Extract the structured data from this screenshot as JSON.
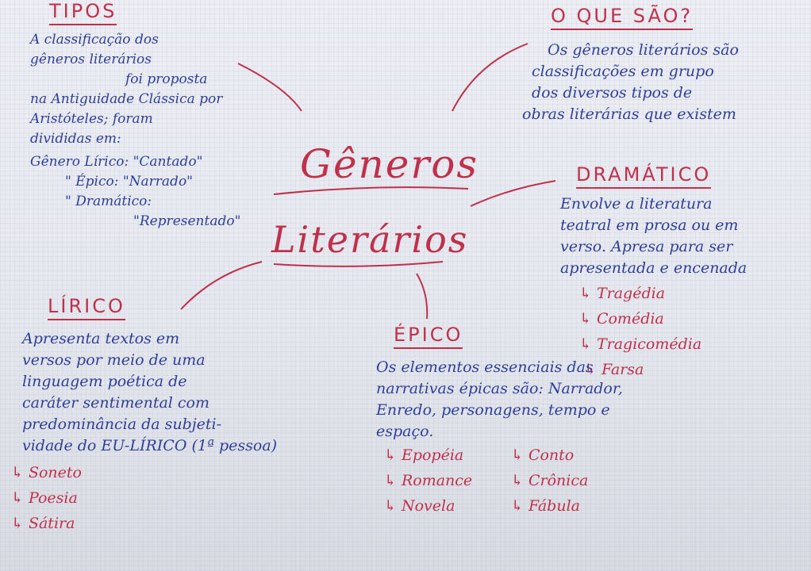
{
  "center": {
    "word1": "Gêneros",
    "word2": "Literários"
  },
  "tipos": {
    "title": "TIPOS",
    "lines": [
      "A classificação dos",
      "gêneros literários",
      "foi proposta",
      "na Antiguidade Clássica por",
      "Aristóteles; foram",
      "divididas em:",
      "Gênero Lírico: \"Cantado\"",
      "\" Épico: \"Narrado\"",
      "\" Dramático:",
      "\"Representado\""
    ]
  },
  "oque": {
    "title": "O QUE SÃO?",
    "lines": [
      "Os gêneros literários são",
      "classificações em grupo",
      "dos diversos tipos de",
      "obras literárias que existem"
    ]
  },
  "dramatico": {
    "title": "DRAMÁTICO",
    "lines": [
      "Envolve a literatura",
      "teatral em prosa ou em",
      "verso. Apresa para ser",
      "apresentada e encenada"
    ],
    "items": [
      "↳ Tragédia",
      "↳ Comédia",
      "↳ Tragicomédia",
      "↳ Farsa"
    ]
  },
  "lirico": {
    "title": "LÍRICO",
    "lines": [
      "Apresenta textos em",
      "versos por meio de uma",
      "linguagem poética de",
      "caráter sentimental com",
      "predominância da subjeti-",
      "vidade do EU-LÍRICO (1ª pessoa)"
    ],
    "items": [
      "↳ Soneto",
      "↳ Poesia",
      "↳ Sátira"
    ]
  },
  "epico": {
    "title": "ÉPICO",
    "lines": [
      "Os elementos essenciais das",
      "narrativas épicas são: Narrador,",
      "Enredo, personagens, tempo e",
      "espaço."
    ],
    "items_left": [
      "↳ Epopéia",
      "↳ Romance",
      "↳ Novela"
    ],
    "items_right": [
      "↳ Conto",
      "↳ Crônica",
      "↳ Fábula"
    ]
  }
}
